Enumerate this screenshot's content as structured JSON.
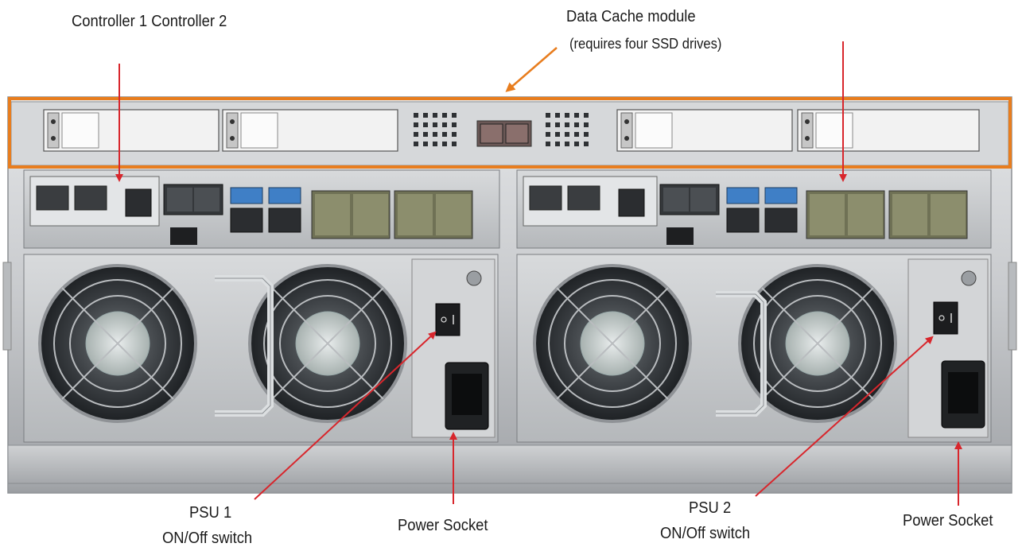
{
  "labels": {
    "controllers": "Controller 1 Controller 2",
    "data_cache": "Data Cache module",
    "data_cache_note": "(requires four SSD drives)",
    "psu1_line1": "PSU 1",
    "psu1_line2": "ON/Off switch",
    "power_socket_1": "Power Socket",
    "psu2_line1": "PSU 2",
    "psu2_line2": "ON/Off switch",
    "power_socket_2": "Power Socket"
  },
  "colors": {
    "callout_arrow": "#d8262c",
    "cache_highlight": "#e87d1e",
    "chassis": "#c9cbcd",
    "panel_dark": "#3a3d40"
  }
}
